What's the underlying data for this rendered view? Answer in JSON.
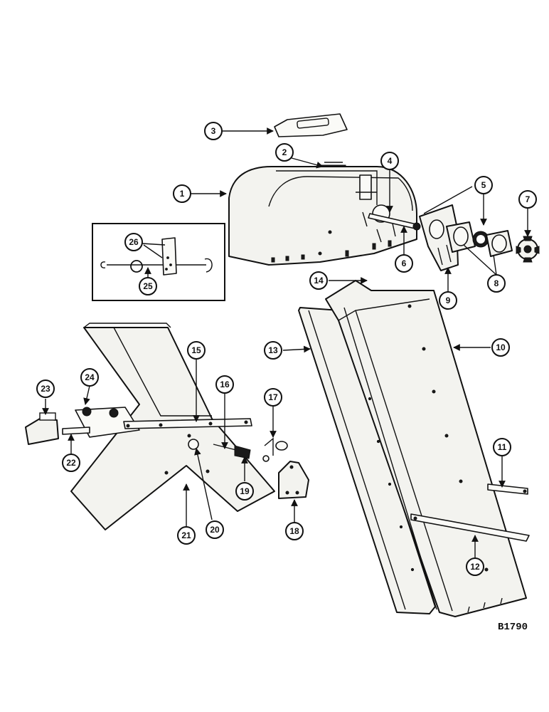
{
  "drawing_ref": "B1790",
  "callouts": {
    "c1": "1",
    "c2": "2",
    "c3": "3",
    "c4": "4",
    "c5": "5",
    "c6": "6",
    "c7": "7",
    "c8": "8",
    "c9": "9",
    "c10": "10",
    "c11": "11",
    "c12": "12",
    "c13": "13",
    "c14": "14",
    "c15": "15",
    "c16": "16",
    "c17": "17",
    "c18": "18",
    "c19": "19",
    "c20": "20",
    "c21": "21",
    "c22": "22",
    "c23": "23",
    "c24": "24",
    "c25": "25",
    "c26": "26"
  }
}
